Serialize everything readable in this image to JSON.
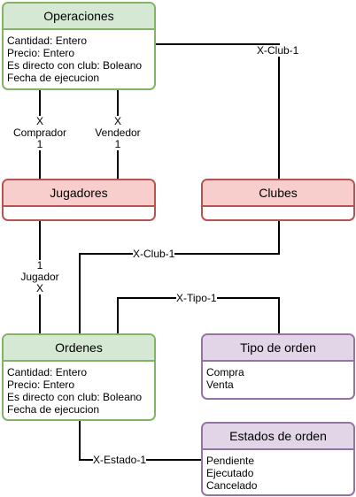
{
  "entities": {
    "operaciones": {
      "title": "Operaciones",
      "fields": [
        "Cantidad: Entero",
        "Precio: Entero",
        "Es directo con club: Boleano",
        "Fecha de ejecucion"
      ]
    },
    "jugadores": {
      "title": "Jugadores",
      "fields": []
    },
    "clubes": {
      "title": "Clubes",
      "fields": []
    },
    "ordenes": {
      "title": "Ordenes",
      "fields": [
        "Cantidad: Entero",
        "Precio: Entero",
        "Es directo con club: Boleano",
        "Fecha de ejecucion"
      ]
    },
    "tipo_orden": {
      "title": "Tipo de orden",
      "fields": [
        "Compra",
        "Venta"
      ]
    },
    "estados_orden": {
      "title": "Estados de orden",
      "fields": [
        "Pendiente",
        "Ejecutado",
        "Cancelado"
      ]
    }
  },
  "relations": {
    "op_club": "X-Club-1",
    "comprador": {
      "top": "X",
      "role": "Comprador",
      "bottom": "1"
    },
    "vendedor": {
      "top": "X",
      "role": "Vendedor",
      "bottom": "1"
    },
    "jugador": {
      "top": "1",
      "role": "Jugador",
      "bottom": "X"
    },
    "ord_club": "X-Club-1",
    "ord_tipo": "X-Tipo-1",
    "ord_estado": "X-Estado-1"
  }
}
